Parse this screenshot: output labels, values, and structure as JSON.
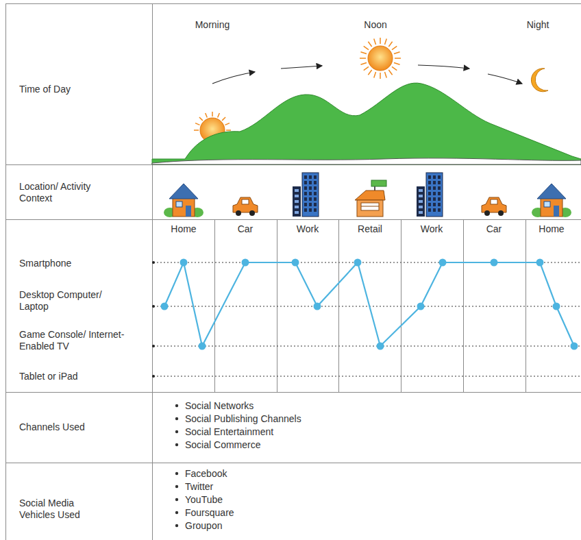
{
  "diagram": {
    "labels": [
      "Morning",
      "Noon",
      "Night",
      "Time of Day",
      "Location/ Activity Context",
      "Home",
      "Car",
      "Work",
      "Retail",
      "Work",
      "Car",
      "Home",
      "Smartphone",
      "Desktop Computer/ Laptop",
      "Game Console/ Internet-Enabled TV",
      "Tablet or iPad",
      "Channels Used",
      "Social Networks",
      "Social Publishing Channels",
      "Social Entertainment",
      "Social Commerce",
      "Social Media Vehicles Used",
      "Facebook",
      "Twitter",
      "YouTube",
      "Foursquare",
      "Groupon"
    ]
  }
}
